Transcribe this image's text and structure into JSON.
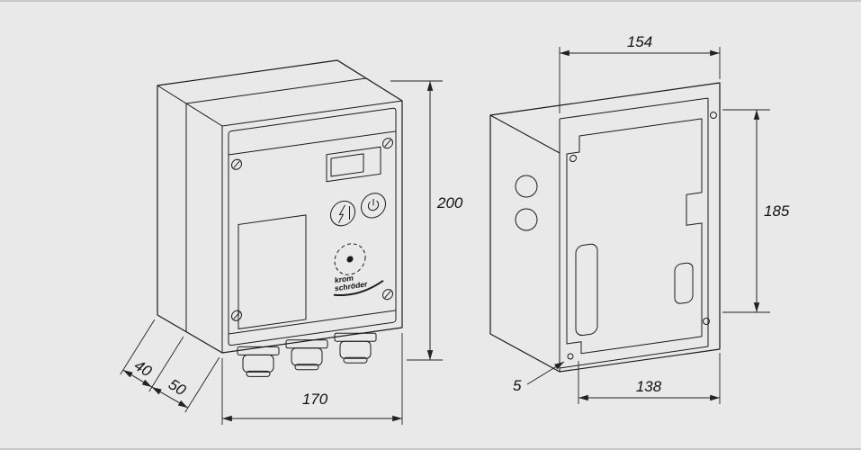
{
  "drawing": {
    "type": "technical-dimension-drawing",
    "subject": "burner control unit enclosure, front view and rear (open housing) view"
  },
  "dimensions": {
    "height": "200",
    "width": "170",
    "depth_rear": "40",
    "depth_front": "50",
    "cutout_width": "154",
    "cutout_height": "185",
    "mount_width": "138",
    "hole": "5"
  },
  "logo": {
    "line1": "krom",
    "line2": "schröder"
  },
  "icons": {
    "power-icon": "⏻",
    "reset-icon": "⚡"
  },
  "colors": {
    "background": "#e9e9e9",
    "line": "#1a1a1a",
    "dimension": "#222222",
    "face": "#f3f3f3"
  }
}
